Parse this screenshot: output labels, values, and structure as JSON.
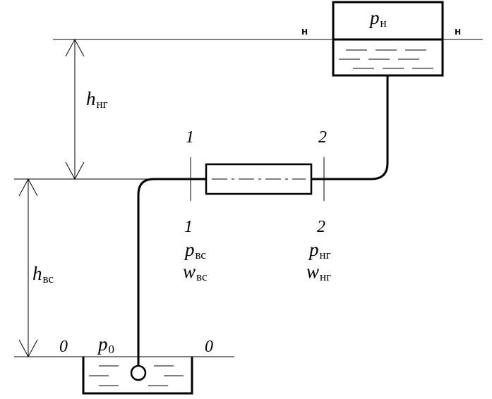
{
  "labels": {
    "top_tank_pressure": {
      "sym": "p",
      "sub": "н"
    },
    "level_n_left": "н",
    "level_n_right": "н",
    "h_ng": {
      "sym": "h",
      "sub": "нг"
    },
    "h_vs": {
      "sym": "h",
      "sub": "вс"
    },
    "section1_top": "1",
    "section2_top": "2",
    "section1_bottom": "1",
    "section2_bottom": "2",
    "p_vs": {
      "sym": "p",
      "sub": "вс"
    },
    "w_vs": {
      "sym": "w",
      "sub": "вс"
    },
    "p_ng": {
      "sym": "p",
      "sub": "нг"
    },
    "w_ng": {
      "sym": "w",
      "sub": "нг"
    },
    "level0_left": "0",
    "level0_right": "0",
    "p0": {
      "sym": "p",
      "sub": "0"
    }
  }
}
